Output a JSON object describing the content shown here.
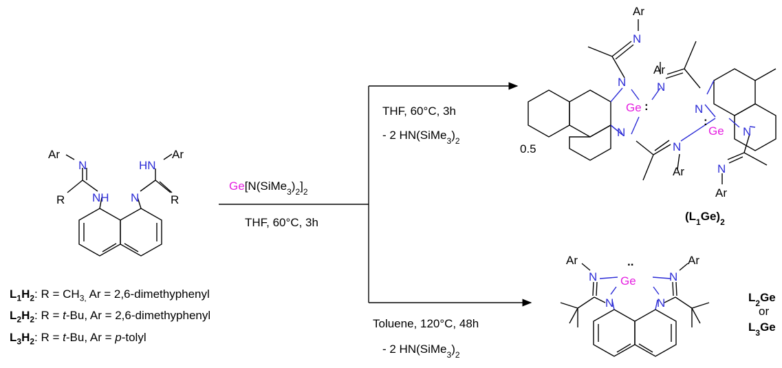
{
  "reagent": {
    "ge": "Ge",
    "rest": "[N(SiMe",
    "sub1": "3",
    "mid": ")",
    "sub2": "2",
    "close": "]",
    "sub3": "2",
    "conditions": "THF, 60°C, 3h"
  },
  "branch_upper": {
    "conditions": "THF, 60°C, 3h",
    "byproduct_pre": "- 2 HN(SiMe",
    "byproduct_sub1": "3",
    "byproduct_post": ")",
    "byproduct_sub2": "2"
  },
  "branch_lower": {
    "conditions": "Toluene,  120°C, 48h",
    "byproduct_pre": "- 2 HN(SiMe",
    "byproduct_sub1": "3",
    "byproduct_post": ")",
    "byproduct_sub2": "2"
  },
  "product_dimer": {
    "coefficient": "0.5",
    "label_open": "(L",
    "label_sub1": "1",
    "label_ge": "Ge)",
    "label_sub2": "2"
  },
  "product_monomer": {
    "label_a_pre": "L",
    "label_a_sub": "2",
    "label_a_post": "Ge",
    "or": "or",
    "label_b_pre": "L",
    "label_b_sub": "3",
    "label_b_post": "Ge"
  },
  "atoms": {
    "Ar": "Ar",
    "N": "N",
    "NH": "NH",
    "HN": "HN",
    "R": "R",
    "Ge": "Ge",
    "lone_pair": ":",
    "lone_pair_top": ".."
  },
  "ligands": [
    {
      "name_pre": "L",
      "name_sub": "1",
      "name_mid": "H",
      "name_sub2": "2",
      "desc_a": ": R = CH",
      "desc_sub": "3,",
      "desc_b": " Ar = 2,6-dimethyphenyl",
      "desc_c": ""
    },
    {
      "name_pre": "L",
      "name_sub": "2",
      "name_mid": "H",
      "name_sub2": "2",
      "desc_a": ": R = ",
      "desc_sub": "",
      "desc_b": "t",
      "desc_c": "-Bu, Ar = 2,6-dimethyphenyl"
    },
    {
      "name_pre": "L",
      "name_sub": "3",
      "name_mid": "H",
      "name_sub2": "2",
      "desc_a": ": R = ",
      "desc_sub": "",
      "desc_b": "t",
      "desc_c": "-Bu, Ar = "
    }
  ],
  "ligand3_tail": {
    "italic": "p",
    "rest": "-tolyl"
  }
}
